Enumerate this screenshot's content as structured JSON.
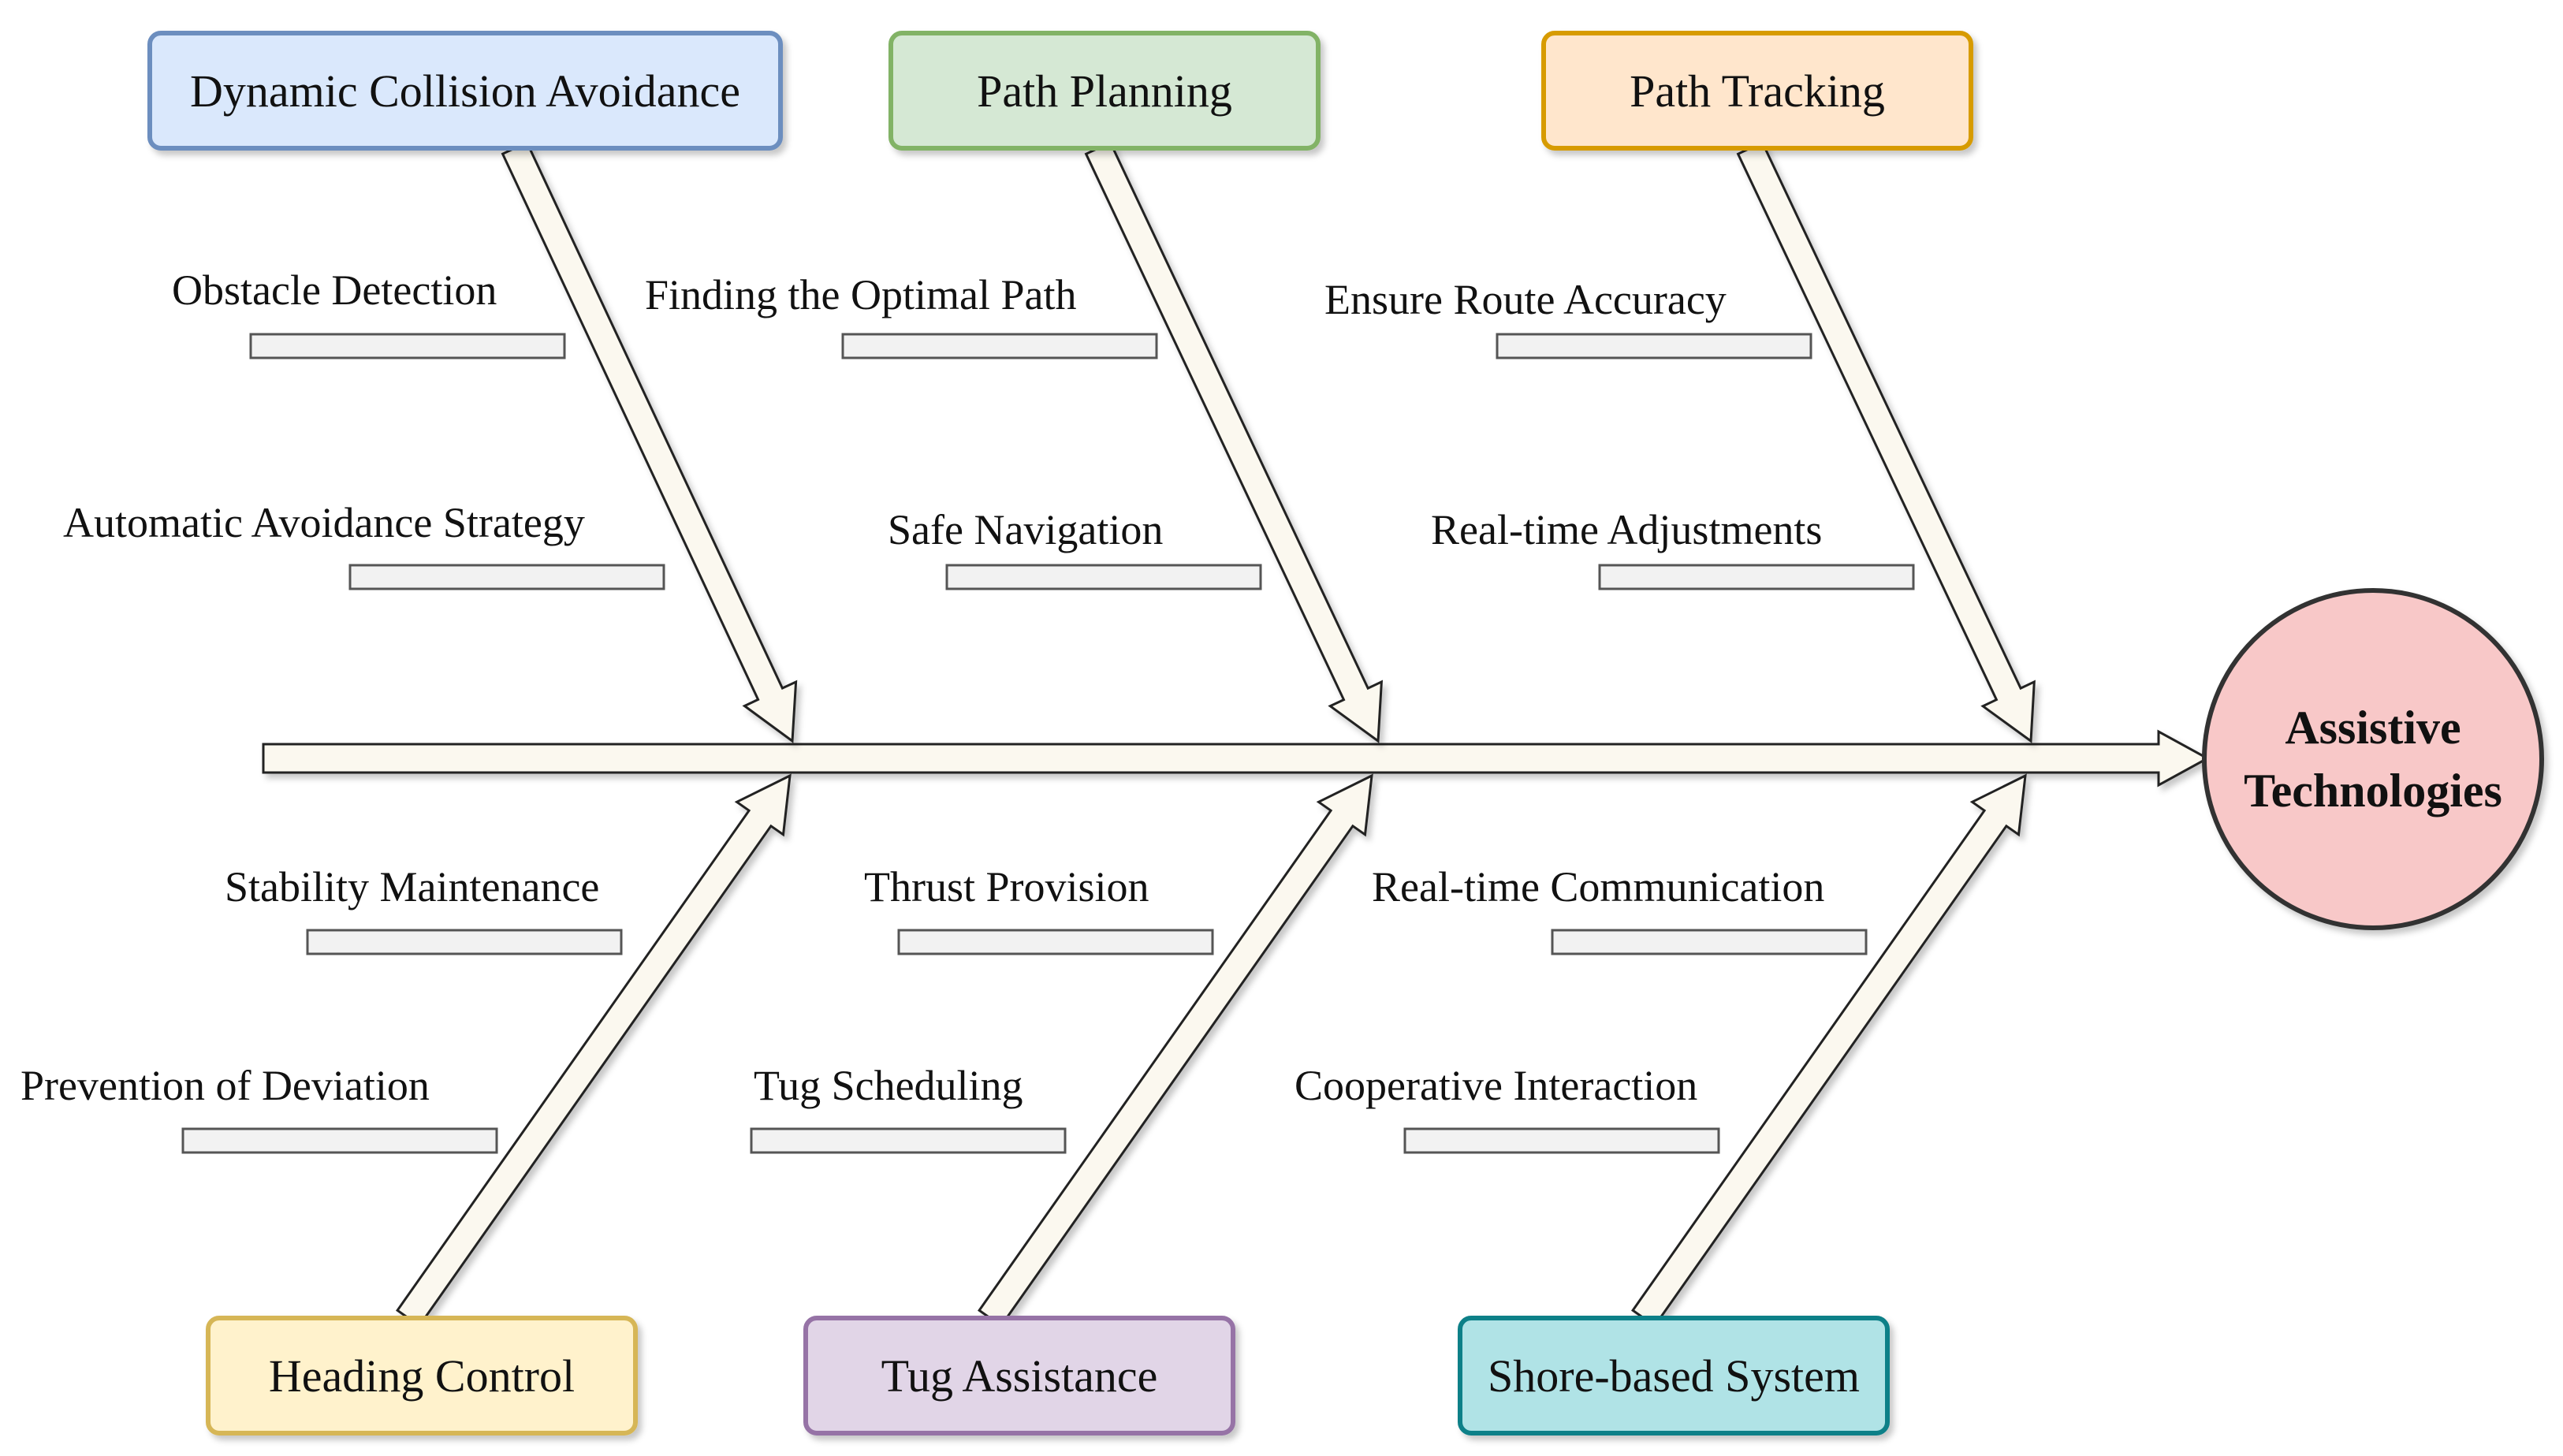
{
  "effect": {
    "line1": "Assistive",
    "line2": "Technologies",
    "fill": "#f8c8c8",
    "stroke": "#333333"
  },
  "colors": {
    "arrow_fill": "#fbf8ef",
    "arrow_stroke": "#222222",
    "bar_fill": "#f2f2f2",
    "bar_stroke": "#555555"
  },
  "categories": [
    {
      "id": "dynamic-collision-avoidance",
      "label": "Dynamic Collision Avoidance",
      "fill": "#dae8fc",
      "stroke": "#6c8ebf",
      "causes": [
        "Obstacle Detection",
        "Automatic Avoidance Strategy"
      ]
    },
    {
      "id": "path-planning",
      "label": "Path Planning",
      "fill": "#d5e8d4",
      "stroke": "#82b366",
      "causes": [
        "Finding the Optimal Path",
        "Safe Navigation"
      ]
    },
    {
      "id": "path-tracking",
      "label": "Path Tracking",
      "fill": "#ffe6cc",
      "stroke": "#d79b00",
      "causes": [
        "Ensure Route Accuracy",
        "Real-time Adjustments"
      ]
    },
    {
      "id": "heading-control",
      "label": "Heading Control",
      "fill": "#fff2cc",
      "stroke": "#d6b656",
      "causes": [
        "Stability Maintenance",
        "Prevention of Deviation"
      ]
    },
    {
      "id": "tug-assistance",
      "label": "Tug Assistance",
      "fill": "#e1d5e7",
      "stroke": "#9673a6",
      "causes": [
        "Thrust Provision",
        "Tug Scheduling"
      ]
    },
    {
      "id": "shore-based-system",
      "label": "Shore-based System",
      "fill": "#b0e3e6",
      "stroke": "#0e8088",
      "causes": [
        "Real-time Communication",
        "Cooperative Interaction"
      ]
    }
  ]
}
